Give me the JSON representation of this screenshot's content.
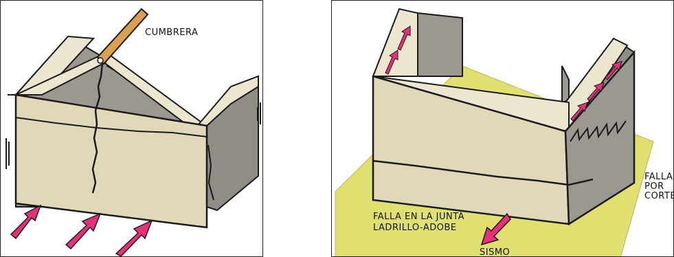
{
  "left_panel": {
    "label_cumbrera": "CUMBRERA"
  },
  "right_panel": {
    "label_falla_junta_line1": "FALLA EN LA JUNTA",
    "label_falla_junta_line2": "LADRILLO-ADOBE",
    "label_falla_corte_line1": "FALLA",
    "label_falla_corte_line2": "POR",
    "label_falla_corte_line3": "CORTE",
    "label_sismo": "SISMO"
  },
  "colors": {
    "wall_front": "#e0d8b8",
    "wall_top": "#ece6cf",
    "wall_shadow": "#9a9890",
    "ground": "#e0e070",
    "arrow": "#e8307a",
    "wood": "#d9a050",
    "outline": "#1a1a1a"
  }
}
